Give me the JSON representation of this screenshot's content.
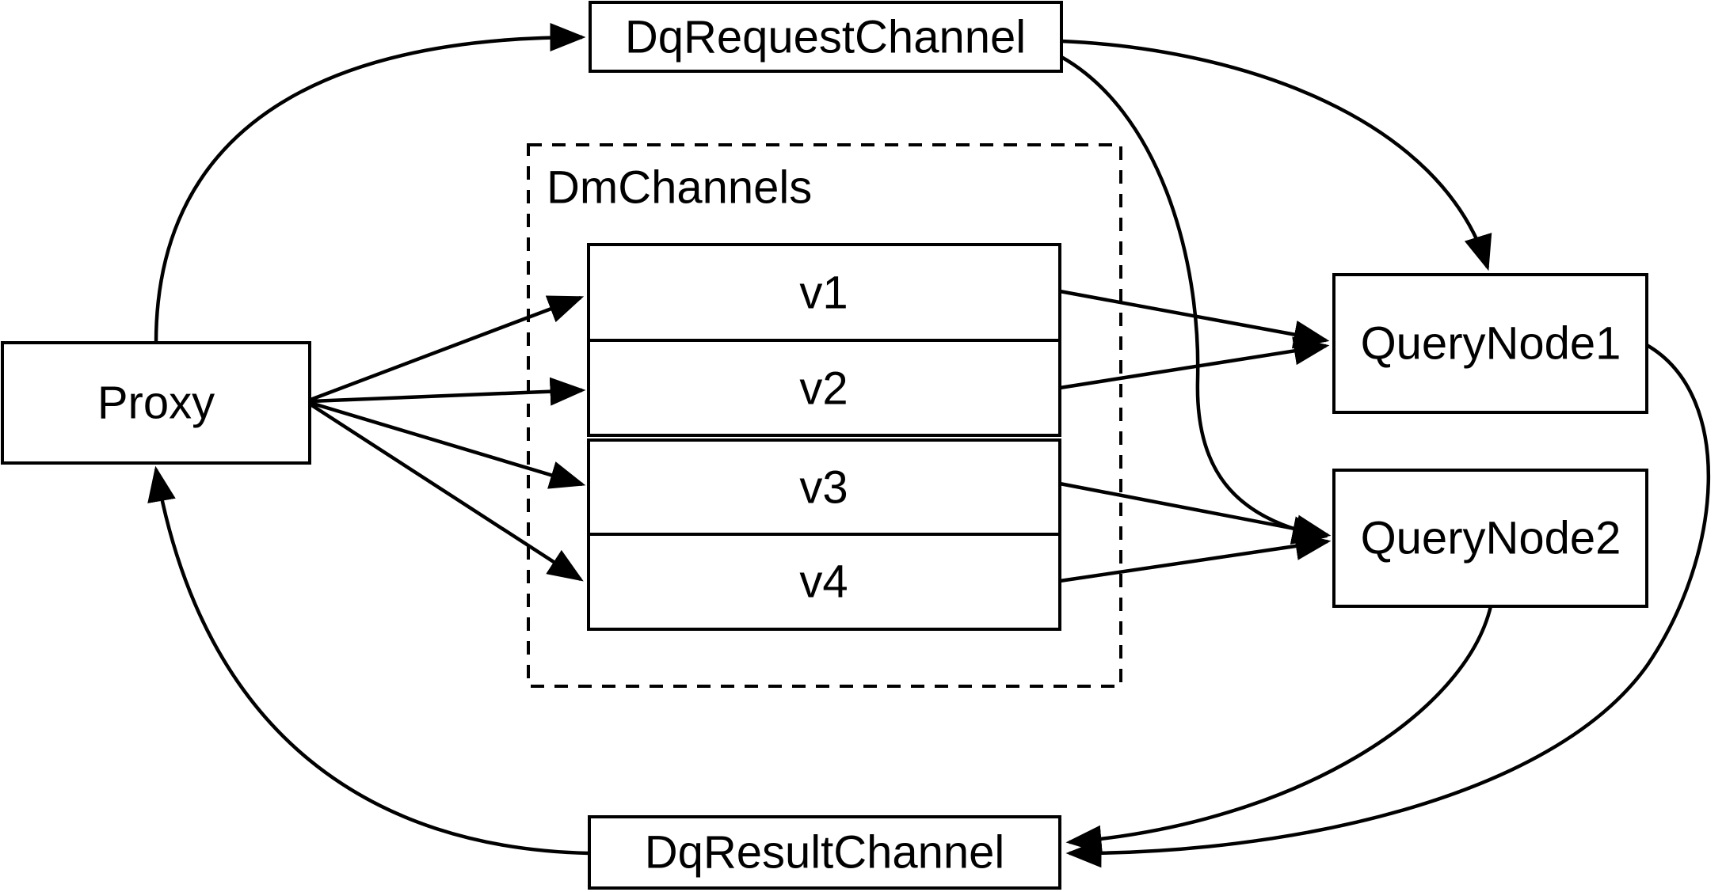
{
  "diagram": {
    "title": "Milvus query channel flow diagram",
    "background_color": "#ffffff",
    "stroke_color": "#000000",
    "nodes": {
      "proxy": {
        "label": "Proxy"
      },
      "dq_request_channel": {
        "label": "DqRequestChannel"
      },
      "dm_channels_group": {
        "label": "DmChannels"
      },
      "v1": {
        "label": "v1"
      },
      "v2": {
        "label": "v2"
      },
      "v3": {
        "label": "v3"
      },
      "v4": {
        "label": "v4"
      },
      "query_node_1": {
        "label": "QueryNode1"
      },
      "query_node_2": {
        "label": "QueryNode2"
      },
      "dq_result_channel": {
        "label": "DqResultChannel"
      }
    },
    "edges": [
      {
        "from": "Proxy",
        "to": "DqRequestChannel"
      },
      {
        "from": "DqRequestChannel",
        "to": "QueryNode1"
      },
      {
        "from": "DqRequestChannel",
        "to": "QueryNode2"
      },
      {
        "from": "Proxy",
        "to": "v1"
      },
      {
        "from": "Proxy",
        "to": "v2"
      },
      {
        "from": "Proxy",
        "to": "v3"
      },
      {
        "from": "Proxy",
        "to": "v4"
      },
      {
        "from": "v1",
        "to": "QueryNode1"
      },
      {
        "from": "v2",
        "to": "QueryNode1"
      },
      {
        "from": "v3",
        "to": "QueryNode2"
      },
      {
        "from": "v4",
        "to": "QueryNode2"
      },
      {
        "from": "QueryNode1",
        "to": "DqResultChannel"
      },
      {
        "from": "QueryNode2",
        "to": "DqResultChannel"
      },
      {
        "from": "DqResultChannel",
        "to": "Proxy"
      }
    ]
  }
}
